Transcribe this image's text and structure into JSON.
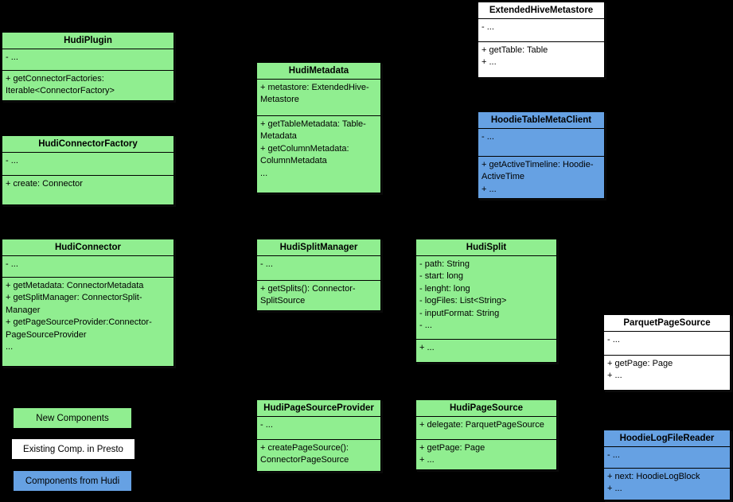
{
  "colors": {
    "new": "#90ee90",
    "presto": "#ffffff",
    "hudi": "#66a1e3",
    "background": "#000000"
  },
  "classes": [
    {
      "title": "HudiPlugin",
      "color": "new",
      "fields": "- ...",
      "methods": "+ getConnectorFactories:\nIterable<ConnectorFactory>"
    },
    {
      "title": "HudiConnectorFactory",
      "color": "new",
      "fields": "- ...",
      "methods": "+ create: Connector"
    },
    {
      "title": "HudiConnector",
      "color": "new",
      "fields": "- ...",
      "methods": "+ getMetadata: ConnectorMetadata\n+ getSplitManager: ConnectorSplit-\nManager\n+ getPageSourceProvider:Connector-\nPageSourceProvider\n..."
    },
    {
      "title": "HudiMetadata",
      "color": "new",
      "fields": "+ metastore: ExtendedHive-\nMetastore",
      "methods": "+ getTableMetadata: Table-\nMetadata\n+ getColumnMetadata:\nColumnMetadata\n..."
    },
    {
      "title": "ExtendedHiveMetastore",
      "color": "presto",
      "fields": "- ...",
      "methods": "+ getTable: Table\n+ ..."
    },
    {
      "title": "HoodieTableMetaClient",
      "color": "hudi",
      "fields": "- ...",
      "methods": "+ getActiveTimeline: Hoodie-\nActiveTime\n+ ..."
    },
    {
      "title": "HudiSplitManager",
      "color": "new",
      "fields": "- ...",
      "methods": "+ getSplits(): Connector-\nSplitSource"
    },
    {
      "title": "HudiSplit",
      "color": "new",
      "fields": "- path: String\n- start: long\n- lenght: long\n- logFiles: List<String>\n- inputFormat: String\n- ...",
      "methods": "+ ..."
    },
    {
      "title": "ParquetPageSource",
      "color": "presto",
      "fields": "- ...",
      "methods": "+ getPage: Page\n+ ..."
    },
    {
      "title": "HudiPageSourceProvider",
      "color": "new",
      "fields": "- ...",
      "methods": "+ createPageSource():\nConnectorPageSource"
    },
    {
      "title": "HudiPageSource",
      "color": "new",
      "fields": "+ delegate: ParquetPageSource",
      "methods": "+ getPage: Page\n+ ..."
    },
    {
      "title": "HoodieLogFileReader",
      "color": "hudi",
      "fields": "- ...",
      "methods": "+ next: HoodieLogBlock\n+ ..."
    }
  ],
  "legend": [
    {
      "label": "New Components",
      "color": "new"
    },
    {
      "label": "Existing Comp. in Presto",
      "color": "presto"
    },
    {
      "label": "Components from Hudi",
      "color": "hudi"
    }
  ]
}
